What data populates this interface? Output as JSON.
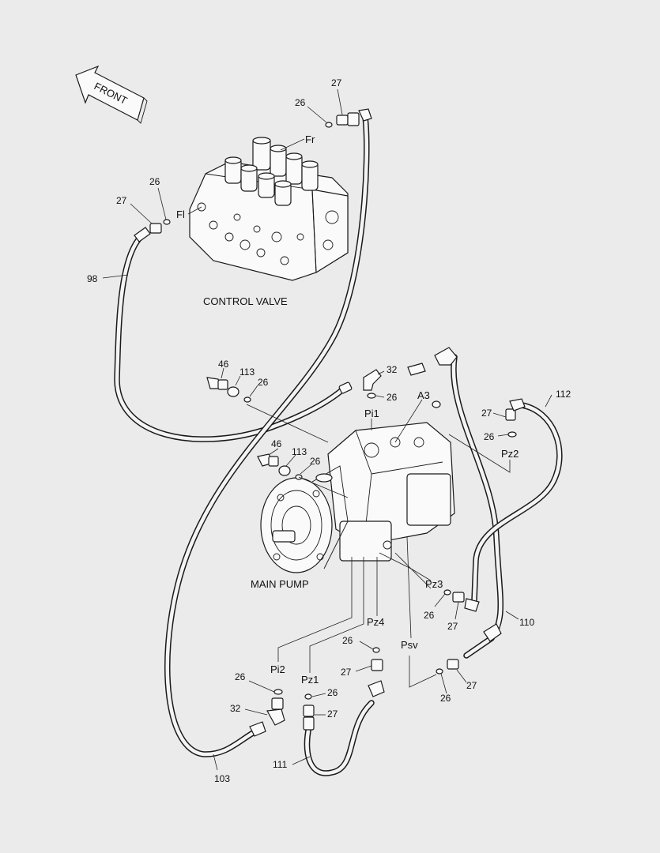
{
  "front_label": "FRONT",
  "assemblies": {
    "control_valve": "CONTROL VALVE",
    "main_pump": "MAIN PUMP"
  },
  "ports": {
    "fr": "Fr",
    "fl": "Fl",
    "a3": "A3",
    "pi1": "Pi1",
    "pz2": "Pz2",
    "pz3": "Pz3",
    "pz4": "Pz4",
    "psv": "Psv",
    "pi2": "Pi2",
    "pz1": "Pz1"
  },
  "callouts": {
    "c27_top": "27",
    "c26_top": "26",
    "c26_left": "26",
    "c27_left": "27",
    "c98": "98",
    "c46_upper": "46",
    "c113_upper": "113",
    "c26_upper_mid": "26",
    "c32_upper": "32",
    "c26_pi1": "26",
    "c112": "112",
    "c27_pz2": "27",
    "c26_pz2": "26",
    "c46_lower": "46",
    "c113_lower": "113",
    "c26_lower_mid": "26",
    "c26_pz3": "26",
    "c27_pz3": "27",
    "c110": "110",
    "c26_pz4": "26",
    "c27_pz4": "27",
    "c27_psv": "27",
    "c26_psv": "26",
    "c26_pi2": "26",
    "c32_lower": "32",
    "c26_pz1": "26",
    "c27_pz1": "27",
    "c103": "103",
    "c111": "111"
  }
}
